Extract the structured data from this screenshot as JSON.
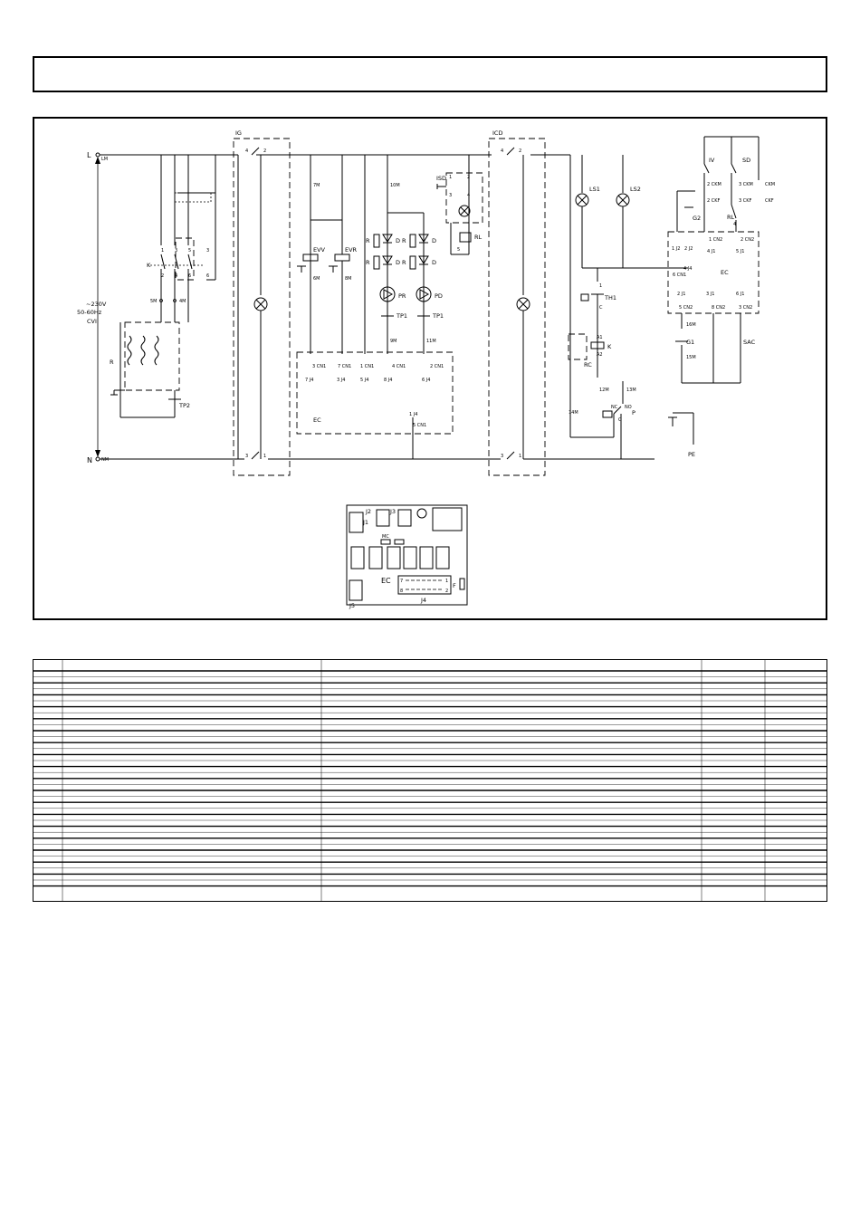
{
  "labels": {
    "L": "L",
    "N": "N",
    "L_term": "LM",
    "N_term": "NM",
    "supply_v": "~230V",
    "supply_hz": "50-60Hz",
    "CVI": "CVI",
    "K": "K",
    "R": "R",
    "TP2": "TP2",
    "k_c1": "1",
    "k_c2": "3",
    "k_c3": "5",
    "k_c4": "2",
    "k_c5": "4",
    "k_c6": "6",
    "k_r1": "1",
    "k_r2": "3",
    "k_r3": "5",
    "k_r4": "2",
    "k_r5": "4",
    "k_r6": "6",
    "w5M": "5M",
    "w4M": "4M",
    "IG": "IG",
    "IG_4": "4",
    "IG_2": "2",
    "IG_3": "3",
    "IG_1": "1",
    "w7M": "7M",
    "w6M": "6M",
    "w8M": "8M",
    "w10M": "10M",
    "w9M": "9M",
    "w11M": "11M",
    "EVV": "EVV",
    "EVR": "EVR",
    "R1": "R",
    "D1": "D",
    "R2": "R",
    "D2": "D",
    "R3": "R",
    "D3": "D",
    "R4": "R",
    "D4": "D",
    "PR": "PR",
    "PD": "PD",
    "TP1a": "TP1",
    "TP1b": "TP1",
    "ISD": "ISD",
    "RL_sw": "RL",
    "isd_1": "1",
    "isd_2": "2",
    "isd_3": "3",
    "isd_4": "4",
    "isd_5": "5",
    "cn_3": "3 CN1",
    "cn_7": "7 CN1",
    "cn_1": "1 CN1",
    "cn_4": "4 CN1",
    "cn_2": "2 CN1",
    "j_7": "7 J4",
    "j_3": "3 J4",
    "j_5": "5 J4",
    "j_8": "8 J4",
    "j_6": "6 J4",
    "j_1": "1 J4",
    "cn_5": "5 CN1",
    "EC": "EC",
    "ICD": "ICD",
    "ICD_4": "4",
    "ICD_2": "2",
    "ICD_3": "3",
    "ICD_1": "1",
    "LS1": "LS1",
    "LS2": "LS2",
    "TH1": "TH1",
    "th_1": "1",
    "th_c": "C",
    "RC": "RC",
    "K2": "K",
    "A1": "A1",
    "A2": "A2",
    "w12M": "12M",
    "w13M": "13M",
    "w14M": "14M",
    "P": "P",
    "NC": "NC",
    "NO": "NO",
    "p_c": "C",
    "IV": "IV",
    "SD": "SD",
    "G2": "G2",
    "RL": "RL",
    "G1": "G1",
    "SAC": "SAC",
    "PE": "PE",
    "w2CKM": "2 CKM",
    "w3CKM": "3 CKM",
    "w2CKF": "2 CKF",
    "w3CKF": "3 CKF",
    "rl_4": "4",
    "ckm": "CKM",
    "ckf": "CKF",
    "c1J2": "1 J2",
    "c2J2": "2 J2",
    "c1CN2": "1 CN2",
    "c2CN2": "2 CN2",
    "c4J1": "4 J1",
    "c5J1": "5 J1",
    "c6CN1": "6 CN1",
    "c4J4": "4 J4",
    "c2J1": "2 J1",
    "c3J1": "3 J1",
    "c6J1": "6 J1",
    "c5CN2": "5 CN2",
    "c8CN2": "8 CN2",
    "c3CN2": "3 CN2",
    "w16M": "16M",
    "w15M": "15M",
    "EC2": "EC",
    "pcb_J2": "J2",
    "pcb_J3": "J3",
    "pcb_J1": "J1",
    "pcb_MC": "MC",
    "pcb_EC": "EC",
    "pcb_F": "F",
    "pcb_J5": "J5",
    "pcb_J4": "J4",
    "pcb_7": "7",
    "pcb_8": "8",
    "pcb_1": "1",
    "pcb_2": "2"
  },
  "legend": {
    "row_count": 19
  }
}
